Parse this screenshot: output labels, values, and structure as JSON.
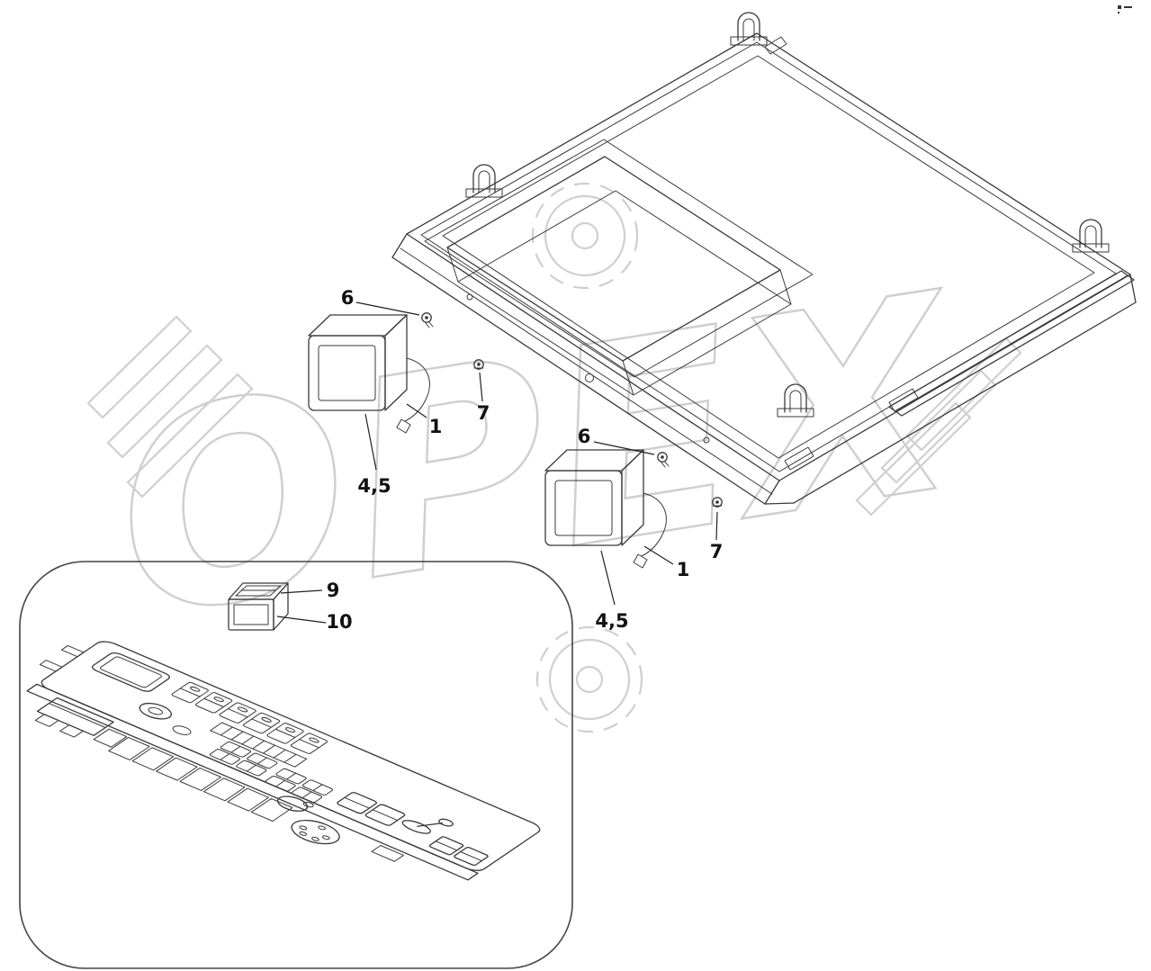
{
  "watermark": {
    "text": "OPEX"
  },
  "callouts": {
    "front_lamp": {
      "n6": "6",
      "n7": "7",
      "n1": "1",
      "n45": "4,5"
    },
    "rear_lamp": {
      "n6": "6",
      "n7": "7",
      "n1": "1",
      "n45": "4,5"
    },
    "inset_switch": {
      "n9": "9",
      "n10": "10"
    }
  }
}
